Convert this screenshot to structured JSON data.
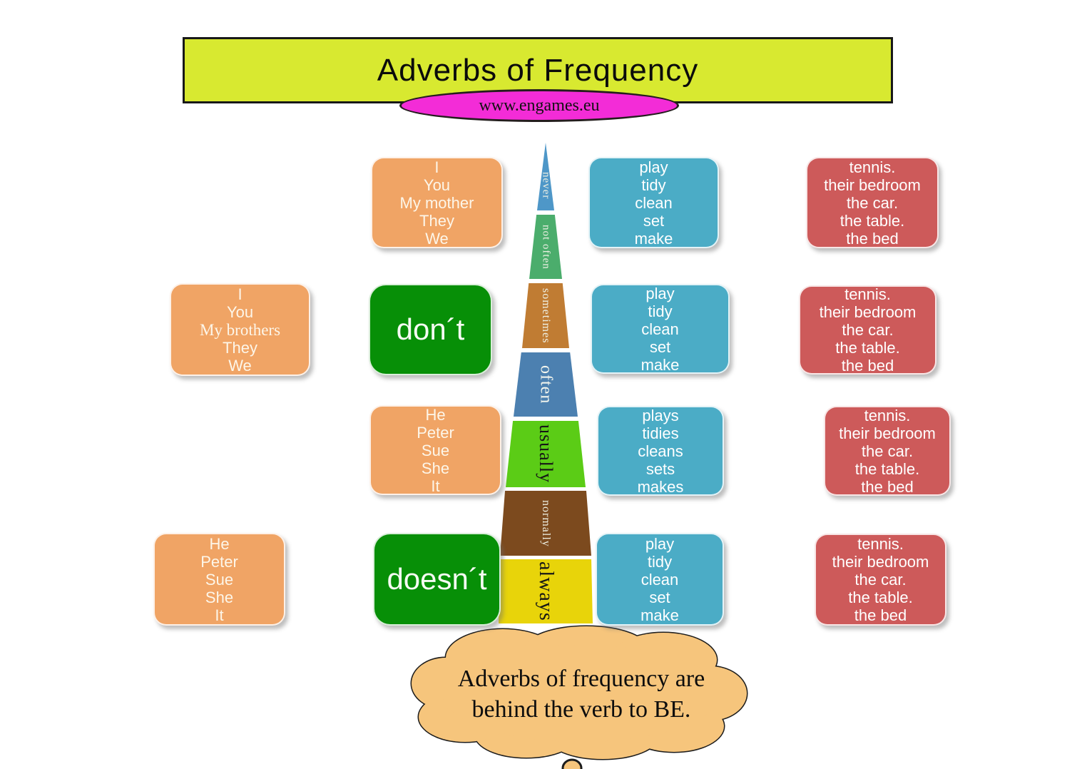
{
  "header": {
    "title": "Adverbs of Frequency"
  },
  "badge": {
    "text": "www.engames.eu"
  },
  "palette": {
    "header_bg": "#d8e930",
    "badge_bg": "#f32cd7",
    "subject_box": "#f0a465",
    "verb_box": "#4bacc6",
    "object_box": "#cd5a5a",
    "aux_box": "#078f07",
    "cloud_fill": "#f6c57c"
  },
  "pyramid": {
    "segments": [
      {
        "label": "never",
        "color": "#4e97c8",
        "text_color": "#eef0e4"
      },
      {
        "label": "not often",
        "color": "#4bad6c",
        "text_color": "#eef0e4"
      },
      {
        "label": "sometimes",
        "color": "#c07c33",
        "text_color": "#eef0e4"
      },
      {
        "label": "often",
        "color": "#4c80b0",
        "text_color": "#f4f6ee"
      },
      {
        "label": "usually",
        "color": "#5bcc16",
        "text_color": "#161616"
      },
      {
        "label": "normally",
        "color": "#7c4a1e",
        "text_color": "#eef0e4"
      },
      {
        "label": "always",
        "color": "#e8d40a",
        "text_color": "#161616"
      }
    ]
  },
  "boxes": {
    "subjects1": {
      "text": "I\nYou\nMy mother\nThey\nWe"
    },
    "verbs1": {
      "text": "play\ntidy\nclean\nset\nmake"
    },
    "objects1": {
      "text": "tennis.\ntheir bedroom\nthe car.\nthe table.\nthe bed"
    },
    "subjects2": {
      "top": "I\nYou",
      "serif": "My brothers",
      "bottom": "They\nWe"
    },
    "dont": {
      "text": "don´t"
    },
    "verbs2": {
      "text": "play\ntidy\nclean\nset\nmake"
    },
    "objects2": {
      "text": "tennis.\ntheir bedroom\nthe car.\nthe table.\nthe bed"
    },
    "subjects3": {
      "text": "He\nPeter\nSue\nShe\nIt"
    },
    "verbs3": {
      "text": "plays\ntidies\ncleans\nsets\nmakes"
    },
    "objects3": {
      "text": "tennis.\ntheir bedroom\nthe car.\nthe table.\nthe bed"
    },
    "subjects4": {
      "text": "He\nPeter\nSue\nShe\nIt"
    },
    "doesnt": {
      "text": "doesn´t"
    },
    "verbs4": {
      "text": "play\ntidy\nclean\nset\nmake"
    },
    "objects4": {
      "text": "tennis.\ntheir bedroom\nthe car.\nthe table.\nthe bed"
    }
  },
  "cloud": {
    "line1": "Adverbs of frequency are",
    "line2": "behind the verb to BE."
  }
}
